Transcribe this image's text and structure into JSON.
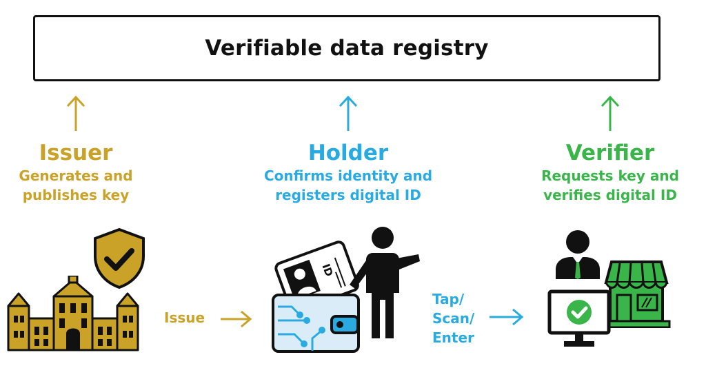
{
  "registry": {
    "label": "Verifiable data registry"
  },
  "roles": {
    "issuer": {
      "name": "Issuer",
      "desc_line1": "Generates and",
      "desc_line2": "publishes key",
      "color": "#c9a227"
    },
    "holder": {
      "name": "Holder",
      "desc_line1": "Confirms identity and",
      "desc_line2": "registers digital ID",
      "color": "#29abe2"
    },
    "verifier": {
      "name": "Verifier",
      "desc_line1": "Requests key and",
      "desc_line2": "verifies digital ID",
      "color": "#39b54a"
    }
  },
  "flows": {
    "issue": {
      "label": "Issue"
    },
    "present": {
      "line1": "Tap/",
      "line2": "Scan/",
      "line3": "Enter"
    }
  },
  "id_card": {
    "label": "ID"
  },
  "icons": {
    "issuer_building": "government-building-icon",
    "issuer_shield": "shield-check-icon",
    "holder_wallet": "digital-wallet-icon",
    "holder_person": "person-icon",
    "verifier_agent": "business-person-icon",
    "verifier_monitor": "monitor-check-icon",
    "verifier_store": "store-icon"
  }
}
